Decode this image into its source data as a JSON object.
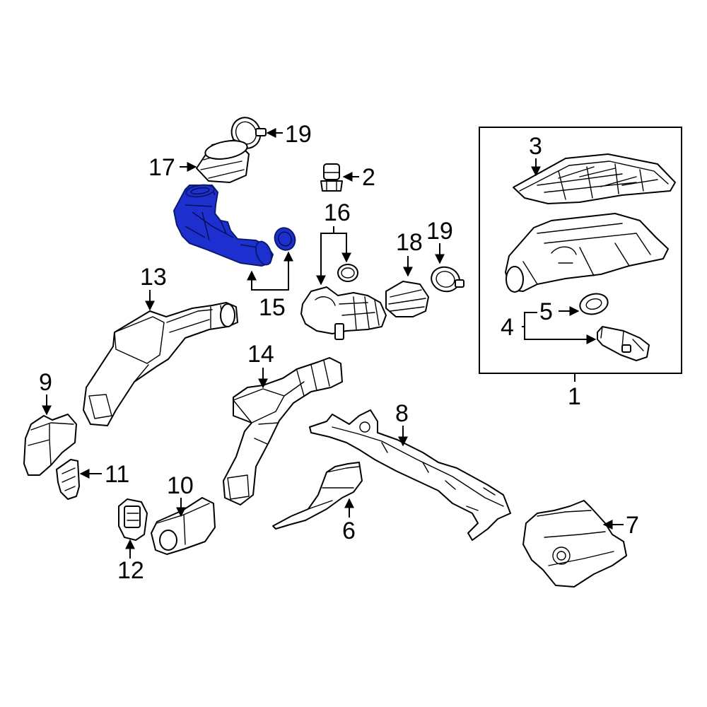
{
  "highlight_color": "#1e2fd0",
  "callouts": {
    "c1": "1",
    "c2": "2",
    "c3": "3",
    "c4": "4",
    "c5": "5",
    "c6": "6",
    "c7": "7",
    "c8": "8",
    "c9": "9",
    "c10": "10",
    "c11": "11",
    "c12": "12",
    "c13": "13",
    "c14": "14",
    "c15": "15",
    "c16": "16",
    "c17": "17",
    "c18": "18",
    "c19a": "19",
    "c19b": "19"
  }
}
